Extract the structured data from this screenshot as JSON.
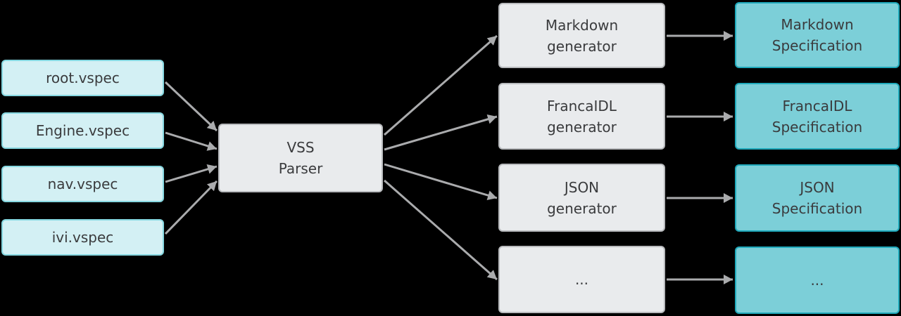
{
  "diagram": {
    "description": "VSS parser tooling flow diagram"
  },
  "colors": {
    "background": "#000000",
    "input_fill": "#d3f0f4",
    "input_border": "#86d7e0",
    "process_fill": "#e9ebed",
    "process_border": "#b8babd",
    "output_fill": "#7ccfd8",
    "output_border": "#1fa9bb",
    "arrow": "#aaabad",
    "text": "#3a3b3d"
  },
  "inputs": [
    {
      "label": "root.vspec"
    },
    {
      "label": "Engine.vspec"
    },
    {
      "label": "nav.vspec"
    },
    {
      "label": "ivi.vspec"
    }
  ],
  "parser": {
    "label": "VSS\nParser"
  },
  "generators": [
    {
      "label": "Markdown\ngenerator"
    },
    {
      "label": "FrancaIDL\ngenerator"
    },
    {
      "label": "JSON\ngenerator"
    },
    {
      "label": "..."
    }
  ],
  "outputs": [
    {
      "label": "Markdown\nSpecification"
    },
    {
      "label": "FrancaIDL\nSpecification"
    },
    {
      "label": "JSON\nSpecification"
    },
    {
      "label": "..."
    }
  ]
}
